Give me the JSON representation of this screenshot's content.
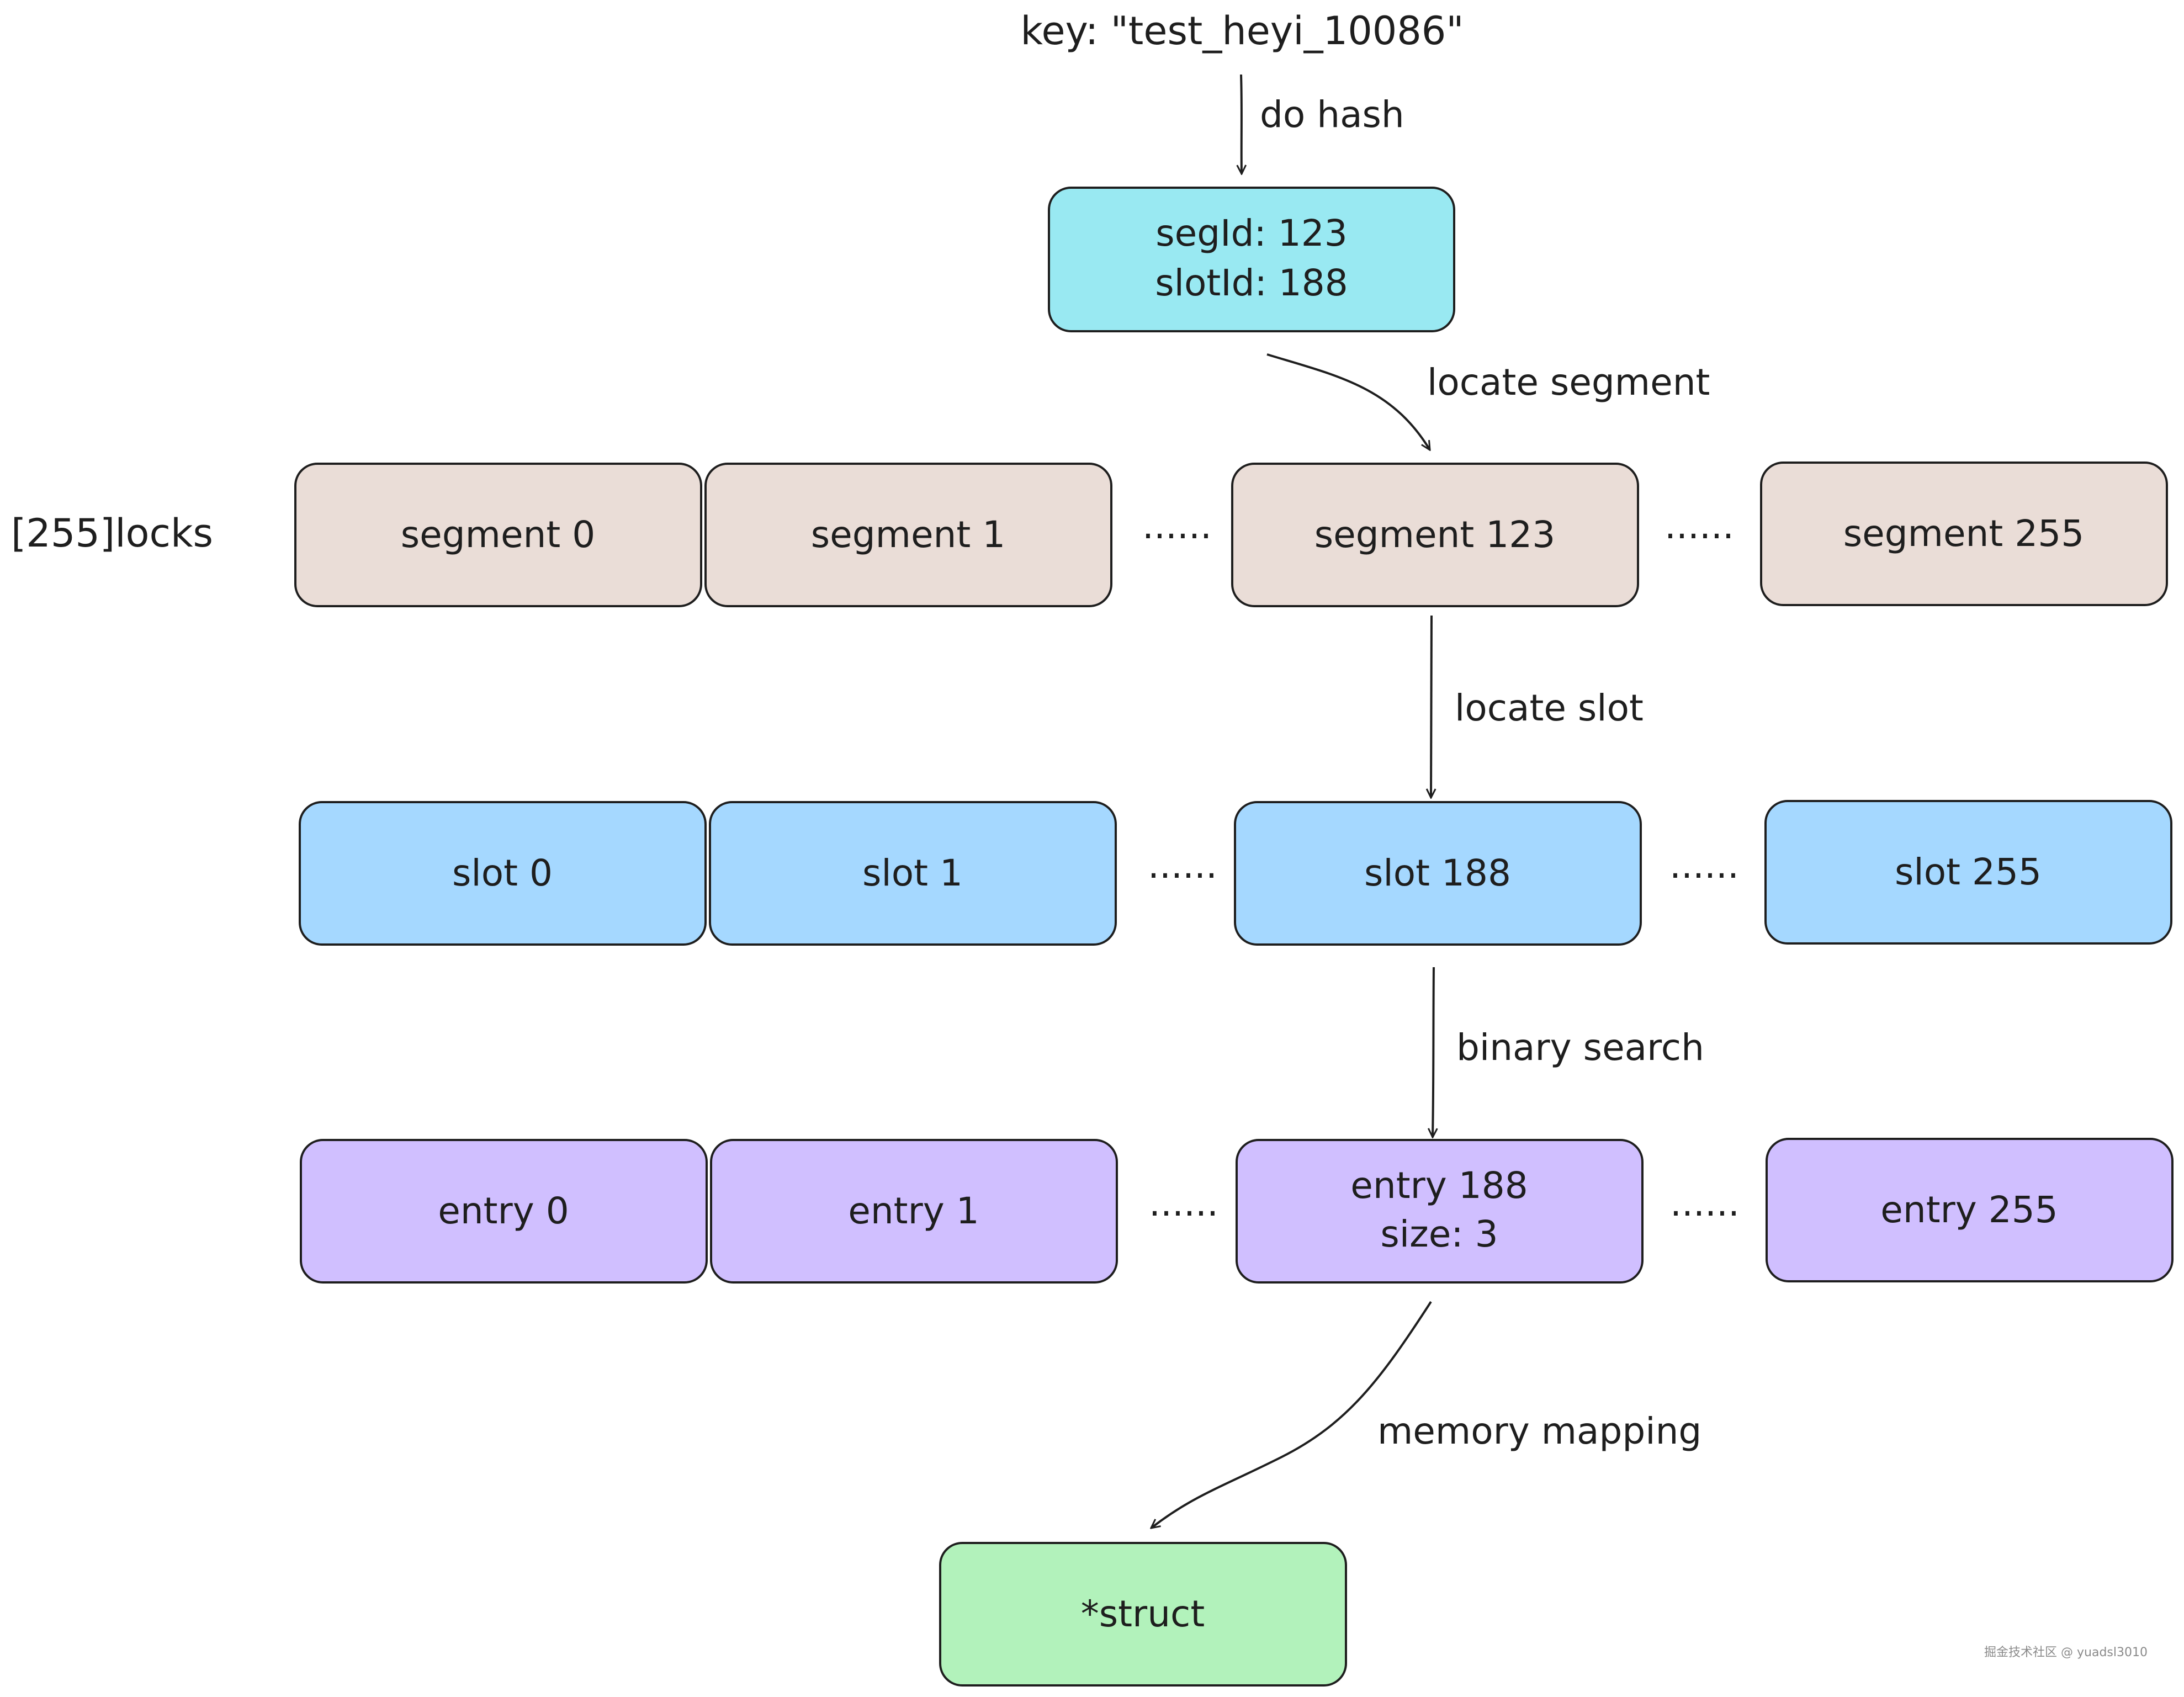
{
  "key_label": "key: \"test_heyi_10086\"",
  "edges": {
    "hash": "do hash",
    "locate_segment": "locate segment",
    "locate_slot": "locate slot",
    "binary_search": "binary search",
    "memory_mapping": "memory mapping"
  },
  "hash_box": {
    "line1": "segId: 123",
    "line2": "slotId: 188",
    "color": "#99e9f2"
  },
  "row_label": "[255]locks",
  "segments": {
    "color": "#eaddd7",
    "items": [
      "segment 0",
      "segment 1",
      "segment 123",
      "segment 255"
    ],
    "ellipsis": [
      "......",
      "......"
    ]
  },
  "slots": {
    "color": "#a5d8ff",
    "items": [
      "slot 0",
      "slot 1",
      "slot 188",
      "slot 255"
    ],
    "ellipsis": [
      "......",
      "......"
    ]
  },
  "entries": {
    "color": "#d0bfff",
    "items": [
      "entry 0",
      "entry 1",
      "entry 188",
      "entry 255"
    ],
    "selected_size": "size: 3",
    "ellipsis": [
      "......",
      "......"
    ]
  },
  "struct_box": {
    "label": "*struct",
    "color": "#b2f2bb"
  },
  "watermark": "掘金技术社区 @ yuadsl3010"
}
